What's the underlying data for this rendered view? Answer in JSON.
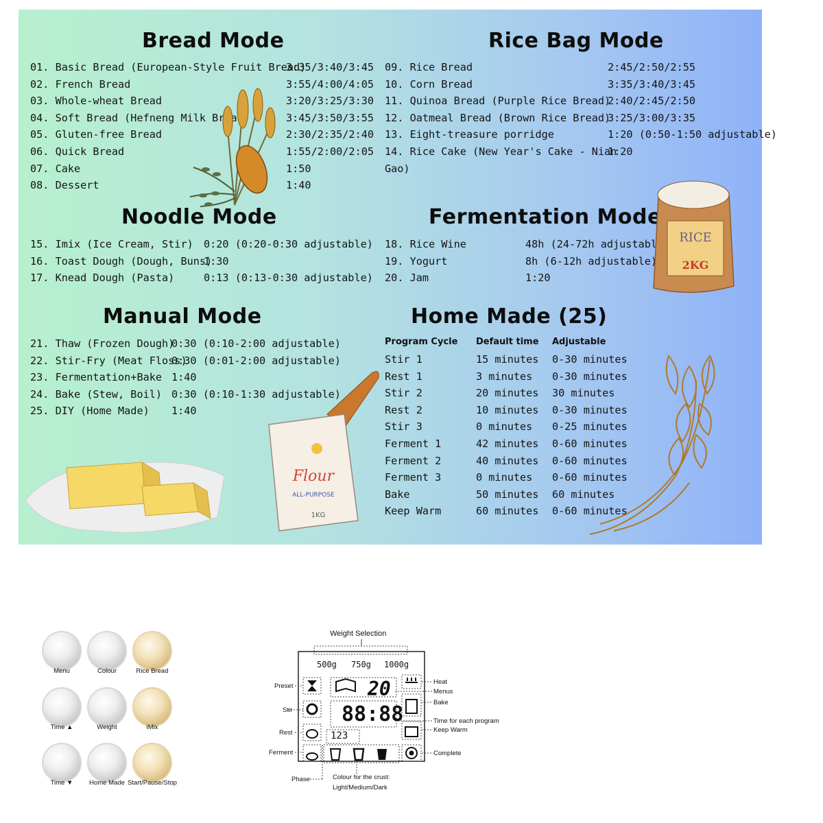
{
  "bread": {
    "title": "Bread Mode",
    "items": [
      {
        "name": "01. Basic Bread (European-Style Fruit Bread)",
        "time": "3:35/3:40/3:45"
      },
      {
        "name": "02. French Bread",
        "time": "3:55/4:00/4:05"
      },
      {
        "name": "03. Whole-wheat Bread",
        "time": "3:20/3:25/3:30"
      },
      {
        "name": "04. Soft Bread (Hefneng Milk Bread)",
        "time": "3:45/3:50/3:55"
      },
      {
        "name": "05. Gluten-free Bread",
        "time": "2:30/2:35/2:40"
      },
      {
        "name": "06. Quick Bread",
        "time": "1:55/2:00/2:05"
      },
      {
        "name": "07. Cake",
        "time": "1:50"
      },
      {
        "name": "08. Dessert",
        "time": "1:40"
      }
    ]
  },
  "rice": {
    "title": "Rice Bag Mode",
    "items": [
      {
        "name": "09. Rice Bread",
        "time": "2:45/2:50/2:55"
      },
      {
        "name": "10. Corn Bread",
        "time": "3:35/3:40/3:45"
      },
      {
        "name": "11. Quinoa Bread (Purple Rice Bread)",
        "time": "2:40/2:45/2:50"
      },
      {
        "name": "12. Oatmeal Bread (Brown Rice Bread)",
        "time": "3:25/3:00/3:35"
      },
      {
        "name": "13. Eight-treasure porridge",
        "time": "1:20 (0:50-1:50 adjustable)"
      },
      {
        "name": "14. Rice Cake (New Year's Cake - Nian",
        "time": "1:20"
      }
    ],
    "wrap": "Gao)"
  },
  "noodle": {
    "title": "Noodle Mode",
    "items": [
      {
        "name": "15. Imix (Ice Cream, Stir)",
        "time": "0:20 (0:20-0:30 adjustable)"
      },
      {
        "name": "16. Toast Dough (Dough, Buns)",
        "time": "1:30"
      },
      {
        "name": "17. Knead Dough (Pasta)",
        "time": "0:13 (0:13-0:30 adjustable)"
      }
    ]
  },
  "ferment": {
    "title": "Fermentation Mode",
    "items": [
      {
        "name": "18. Rice Wine",
        "time": "48h (24-72h adjustable)"
      },
      {
        "name": "19. Yogurt",
        "time": "8h (6-12h adjustable)"
      },
      {
        "name": "20. Jam",
        "time": "1:20"
      }
    ]
  },
  "manual": {
    "title": "Manual Mode",
    "items": [
      {
        "name": "21. Thaw (Frozen Dough)",
        "time": "0:30 (0:10-2:00 adjustable)"
      },
      {
        "name": "22. Stir-Fry (Meat Floss)",
        "time": "0:30 (0:01-2:00 adjustable)"
      },
      {
        "name": "23. Fermentation+Bake",
        "time": "1:40"
      },
      {
        "name": "24. Bake (Stew, Boil)",
        "time": "0:30 (0:10-1:30 adjustable)"
      },
      {
        "name": "25. DIY (Home Made)",
        "time": "1:40"
      }
    ]
  },
  "home": {
    "title": "Home Made (25)",
    "headers": [
      "Program Cycle",
      "Default time",
      "Adjustable"
    ],
    "rows": [
      [
        "Stir 1",
        "15 minutes",
        "0-30 minutes"
      ],
      [
        "Rest 1",
        "3 minutes",
        "0-30 minutes"
      ],
      [
        "Stir 2",
        "20 minutes",
        "30 minutes"
      ],
      [
        "Rest 2",
        "10 minutes",
        "0-30 minutes"
      ],
      [
        "Stir 3",
        "0 minutes",
        "0-25 minutes"
      ],
      [
        "Ferment 1",
        "42 minutes",
        "0-60 minutes"
      ],
      [
        "Ferment 2",
        "40 minutes",
        "0-60 minutes"
      ],
      [
        "Ferment 3",
        "0 minutes",
        "0-60 minutes"
      ],
      [
        "Bake",
        "50 minutes",
        "60 minutes"
      ],
      [
        "Keep Warm",
        "60 minutes",
        "0-60 minutes"
      ]
    ]
  },
  "illustrations": {
    "rice_bag": {
      "line1": "RICE",
      "line2": "2KG"
    },
    "flour_bag": {
      "line1": "Flour",
      "line2": "ALL-PURPOSE",
      "line3": "1KG"
    }
  },
  "buttons": [
    {
      "label": "Menu",
      "finish": "silver"
    },
    {
      "label": "Colour",
      "finish": "silver"
    },
    {
      "label": "Rice Bread",
      "finish": "gold"
    },
    {
      "label": "Time  ▲",
      "finish": "silver"
    },
    {
      "label": "Weight",
      "finish": "silver"
    },
    {
      "label": "iMix",
      "finish": "gold"
    },
    {
      "label": "Time  ▼",
      "finish": "silver"
    },
    {
      "label": "Home Made",
      "finish": "silver"
    },
    {
      "label": "Start/Pause/Stop",
      "finish": "gold"
    }
  ],
  "lcd": {
    "weight_title": "Weight Selection",
    "weights": [
      "500g",
      "750g",
      "1000g"
    ],
    "menu_number": "20",
    "time_display": "88:88",
    "phase_digits": "123",
    "left_labels": [
      "Preset",
      "Stir",
      "Rest",
      "Ferment",
      "Phase"
    ],
    "right_labels": [
      "Heat",
      "Menus",
      "Bake",
      "Time for each program",
      "Keep Warm",
      "Complete"
    ],
    "crust_label": "Colour for the crust:",
    "crust_options": "Light/Medium/Dark"
  },
  "colors": {
    "gradient_start": "#b7f0cf",
    "gradient_end": "#8fb2f8",
    "gold_button": "#d8bd80",
    "silver_button": "#c9c9c9",
    "wheat_line": "#b07a2a"
  }
}
